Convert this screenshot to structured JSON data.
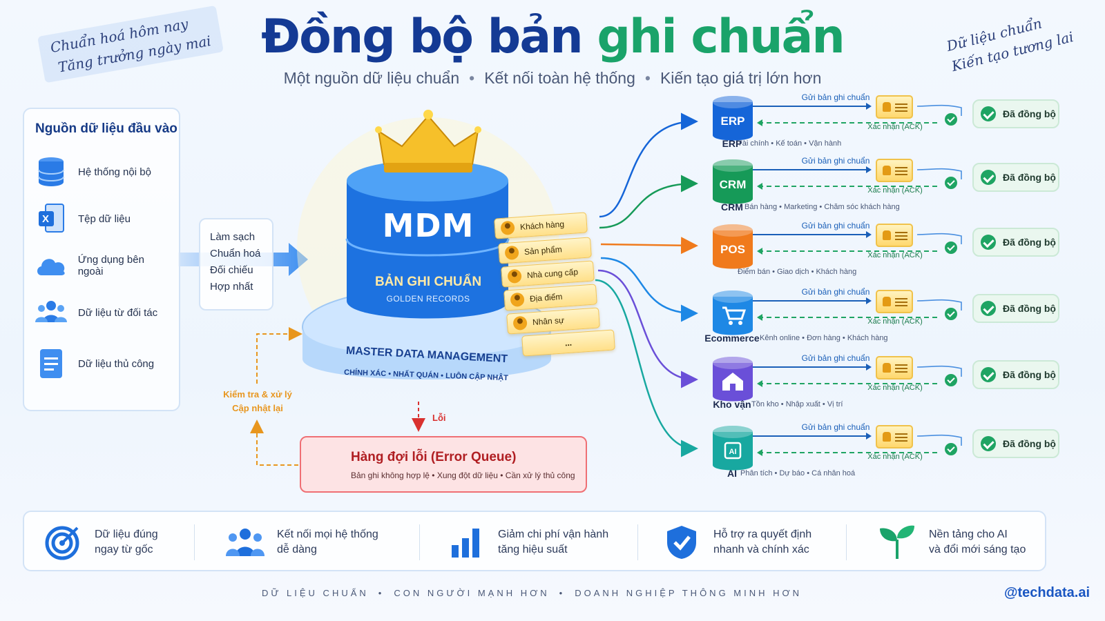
{
  "header": {
    "title_part1": "Đồng bộ bản ",
    "title_part2": "ghi chuẩn",
    "subtitle": [
      "Một nguồn dữ liệu chuẩn",
      "Kết nối toàn hệ thống",
      "Kiến tạo giá trị lớn hơn"
    ],
    "note_left": [
      "Chuẩn hoá hôm nay",
      "Tăng trưởng ngày mai"
    ],
    "note_right": [
      "Dữ liệu chuẩn",
      "Kiến tạo tương lai"
    ]
  },
  "sources": {
    "title": "Nguồn dữ liệu đầu vào",
    "items": [
      {
        "label": "Hệ thống nội bộ",
        "icon": "database-icon"
      },
      {
        "label": "Tệp dữ liệu",
        "icon": "excel-file-icon"
      },
      {
        "label": "Ứng dụng bên ngoài",
        "icon": "cloud-icon"
      },
      {
        "label": "Dữ liệu từ đối tác",
        "icon": "people-icon"
      },
      {
        "label": "Dữ liệu thủ công",
        "icon": "document-icon"
      }
    ]
  },
  "process": {
    "steps": [
      "Làm sạch",
      "Chuẩn hoá",
      "Đối chiếu",
      "Hợp nhất"
    ]
  },
  "mdm": {
    "label": "MDM",
    "golden_title": "BẢN GHI CHUẨN",
    "golden_sub": "GOLDEN RECORDS",
    "base_title": "MASTER DATA MANAGEMENT",
    "base_sub": "CHÍNH XÁC  •  NHẤT QUÁN  •  LUÔN CẬP NHẬT",
    "records": [
      "Khách hàng",
      "Sản phẩm",
      "Nhà cung cấp",
      "Địa điểm",
      "Nhân sự",
      "..."
    ]
  },
  "error": {
    "label": "Lỗi",
    "title": "Hàng đợi lỗi (Error Queue)",
    "sub": "Bản ghi không hợp lệ  •  Xung đột dữ liệu  •  Cần xử lý thủ công",
    "check_line1": "Kiểm tra & xử lý",
    "check_line2": "Cập nhật lại"
  },
  "systems": [
    {
      "code": "ERP",
      "name": "ERP",
      "desc": "Tài chính • Kế toán • Vận hành",
      "color": "#1565d8",
      "icon": "erp-cylinder-icon"
    },
    {
      "code": "CRM",
      "name": "CRM",
      "desc": "Bán hàng • Marketing • Chăm sóc khách hàng",
      "color": "#169a58",
      "icon": "crm-cylinder-icon"
    },
    {
      "code": "POS",
      "name": "",
      "desc": "Điểm bán • Giao dịch • Khách hàng",
      "color": "#f07a1c",
      "icon": "pos-cylinder-icon"
    },
    {
      "code": "",
      "name": "Ecommerce",
      "desc": "Kênh online • Đơn hàng • Khách hàng",
      "color": "#1e88e5",
      "icon": "cart-icon"
    },
    {
      "code": "",
      "name": "Kho vận",
      "desc": "Tồn kho • Nhập xuất • Vị trí",
      "color": "#6a4fd8",
      "icon": "warehouse-icon"
    },
    {
      "code": "",
      "name": "AI",
      "desc": "Phân tích • Dự báo • Cá nhân hoá",
      "color": "#18a8a0",
      "icon": "ai-chip-icon"
    }
  ],
  "sync": {
    "send_label": "Gửi bản ghi chuẩn",
    "ack_label": "Xác nhận (ACK)",
    "synced_label": "Đã đồng bộ"
  },
  "benefits": [
    {
      "line1": "Dữ liệu đúng",
      "line2": "ngay từ gốc",
      "icon": "target-icon"
    },
    {
      "line1": "Kết nối mọi hệ thống",
      "line2": "dễ dàng",
      "icon": "team-icon"
    },
    {
      "line1": "Giảm chi phí vận hành",
      "line2": "tăng hiệu suất",
      "icon": "bar-chart-icon"
    },
    {
      "line1": "Hỗ trợ ra quyết định",
      "line2": "nhanh và chính xác",
      "icon": "shield-check-icon"
    },
    {
      "line1": "Nền tảng cho AI",
      "line2": "và đổi mới sáng tạo",
      "icon": "sprout-icon"
    }
  ],
  "footer": {
    "tagline": [
      "DỮ LIỆU CHUẨN",
      "CON NGƯỜI MẠNH HƠN",
      "DOANH NGHIỆP THÔNG MINH HƠN"
    ],
    "handle": "@techdata.ai"
  },
  "colors": {
    "primary": "#143a94",
    "accent_green": "#1aa36a",
    "error": "#d9312f",
    "gold": "#f0c24a"
  }
}
